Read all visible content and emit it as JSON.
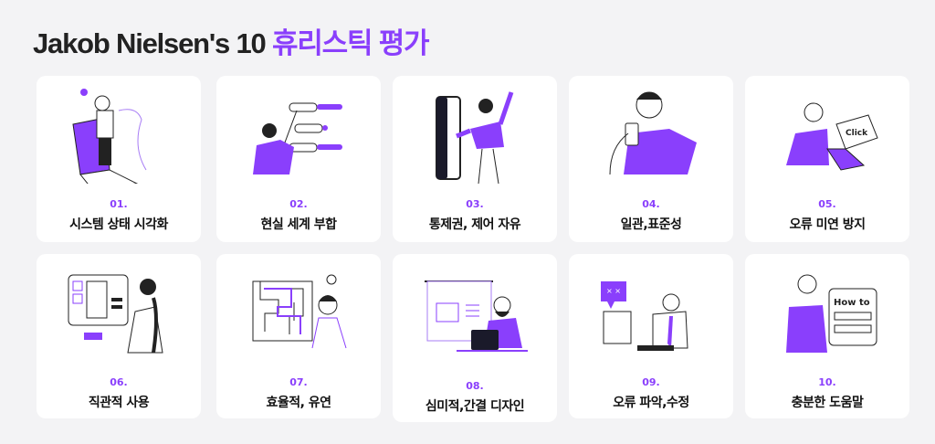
{
  "header": {
    "title_prefix": "Jakob Nielsen's 10",
    "title_accent": "휴리스틱 평가"
  },
  "colors": {
    "accent": "#8a3ffc",
    "background": "#f3f3f5"
  },
  "cards": [
    {
      "num": "01.",
      "label": "시스템 상태 시각화",
      "icon": "laptop-person-illustration"
    },
    {
      "num": "02.",
      "label": "현실 세계 부합",
      "icon": "switch-panel-illustration"
    },
    {
      "num": "03.",
      "label": "통제권, 제어 자유",
      "icon": "door-exit-illustration"
    },
    {
      "num": "04.",
      "label": "일관,표준성",
      "icon": "phone-person-illustration"
    },
    {
      "num": "05.",
      "label": "오류 미연 방지",
      "icon": "click-keyboard-illustration",
      "illus_text": "Click"
    },
    {
      "num": "06.",
      "label": "직관적 사용",
      "icon": "wireframe-monitor-illustration"
    },
    {
      "num": "07.",
      "label": "효율적, 유연",
      "icon": "maze-lightbulb-illustration"
    },
    {
      "num": "08.",
      "label": "심미적,간결 디자인",
      "icon": "presentation-laptop-illustration"
    },
    {
      "num": "09.",
      "label": "오류 파악,수정",
      "icon": "error-monitor-illustration"
    },
    {
      "num": "10.",
      "label": "충분한 도움말",
      "icon": "how-to-sign-illustration",
      "illus_text": "How to"
    }
  ]
}
